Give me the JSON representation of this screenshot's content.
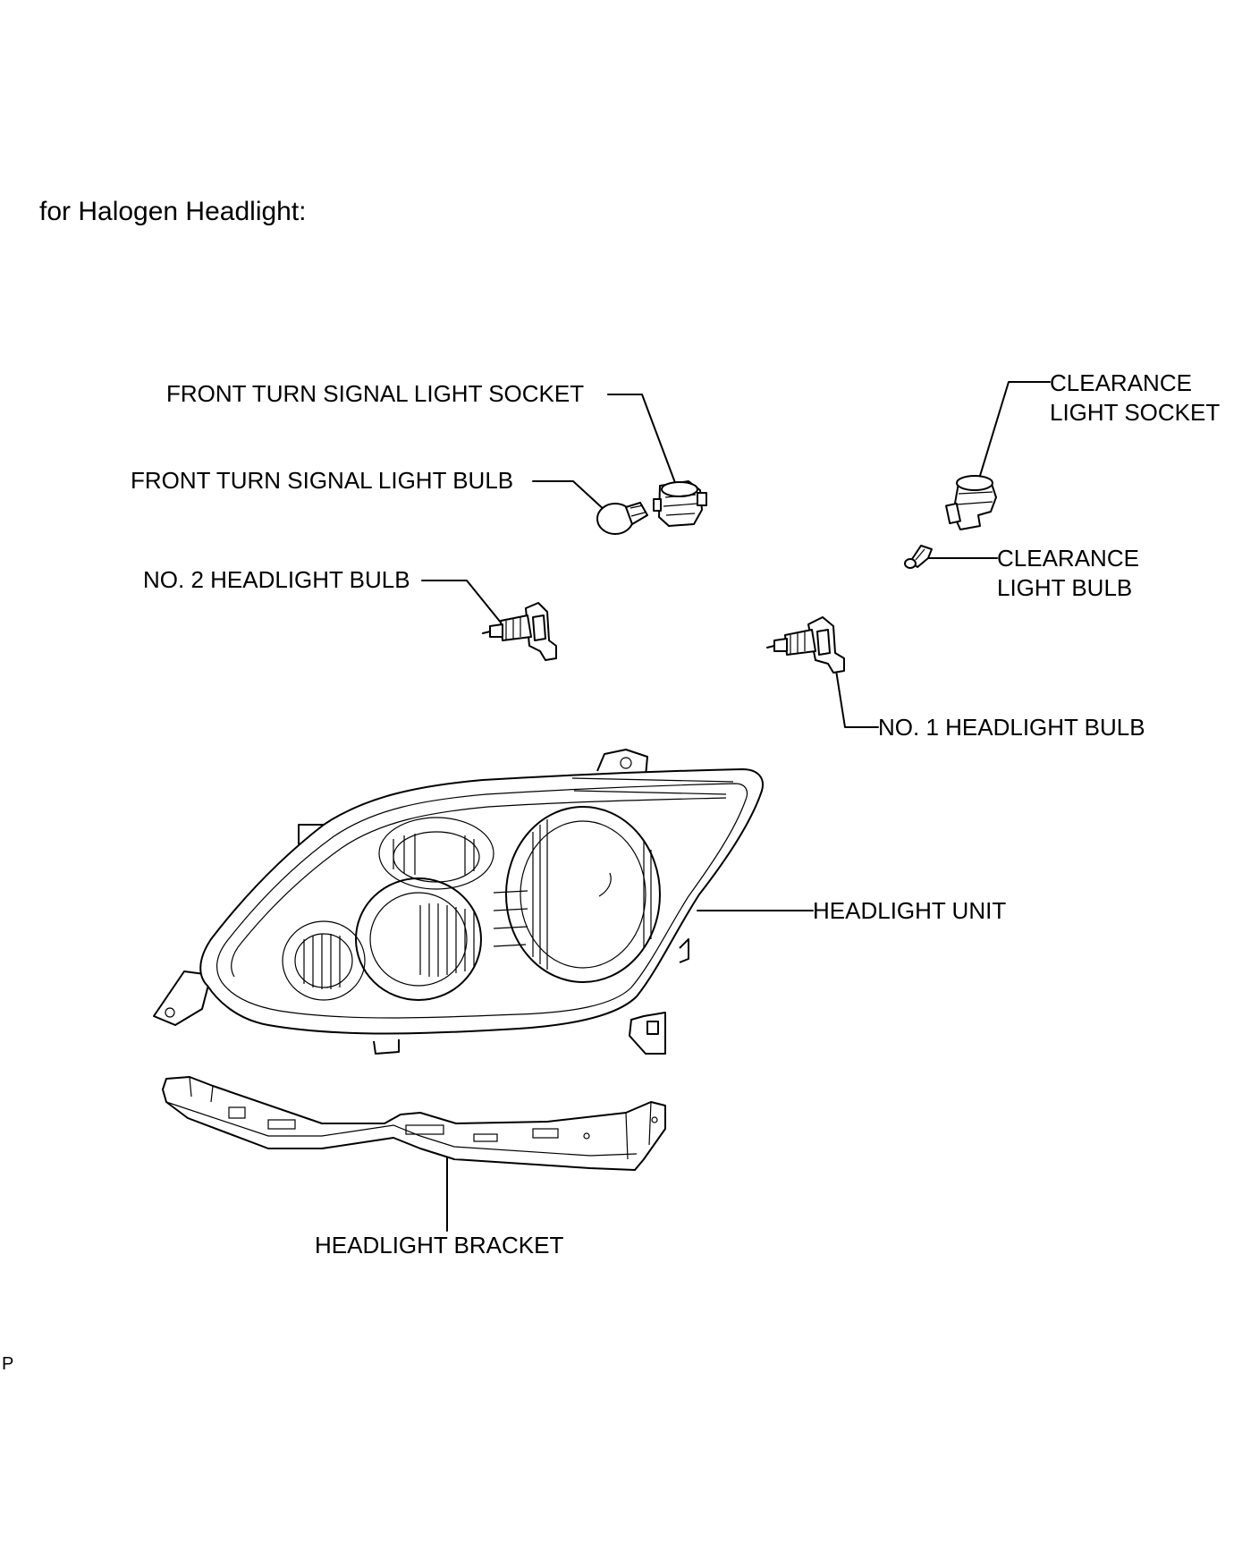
{
  "heading": "for Halogen Headlight:",
  "labels": {
    "turn_socket": "FRONT TURN SIGNAL LIGHT SOCKET",
    "turn_bulb": "FRONT TURN SIGNAL LIGHT BULB",
    "no2_bulb": "NO. 2 HEADLIGHT BULB",
    "clearance_socket_1": "CLEARANCE",
    "clearance_socket_2": "LIGHT SOCKET",
    "clearance_bulb_1": "CLEARANCE",
    "clearance_bulb_2": "LIGHT BULB",
    "no1_bulb": "NO. 1 HEADLIGHT BULB",
    "unit": "HEADLIGHT UNIT",
    "bracket": "HEADLIGHT BRACKET"
  },
  "footer": "P",
  "icons": [
    "turn-signal-socket-icon",
    "turn-signal-bulb-icon",
    "no2-headlight-bulb-icon",
    "clearance-socket-icon",
    "clearance-bulb-icon",
    "no1-headlight-bulb-icon",
    "headlight-unit-icon",
    "headlight-bracket-icon"
  ]
}
